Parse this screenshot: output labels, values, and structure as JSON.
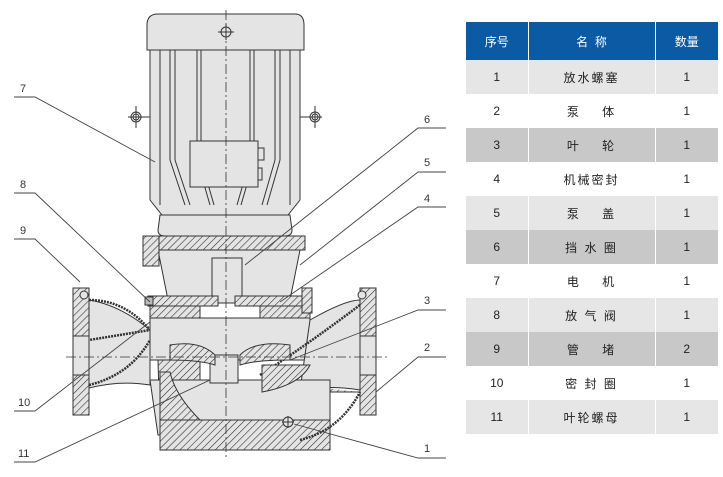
{
  "diagram": {
    "title": "Vertical inline pump cross-section",
    "callouts": [
      {
        "id": "7",
        "side": "left"
      },
      {
        "id": "8",
        "side": "left"
      },
      {
        "id": "9",
        "side": "left"
      },
      {
        "id": "10",
        "side": "left"
      },
      {
        "id": "11",
        "side": "left"
      },
      {
        "id": "6",
        "side": "right"
      },
      {
        "id": "5",
        "side": "right"
      },
      {
        "id": "4",
        "side": "right"
      },
      {
        "id": "3",
        "side": "right"
      },
      {
        "id": "2",
        "side": "right"
      },
      {
        "id": "1",
        "side": "right"
      }
    ]
  },
  "table": {
    "headers": [
      "序号",
      "名  称",
      "数量"
    ],
    "header_color": "#0a5aa4",
    "rows": [
      {
        "no": "1",
        "name": "放水螺塞",
        "qty": "1",
        "shade": "light"
      },
      {
        "no": "2",
        "name": "泵    体",
        "qty": "1",
        "shade": "white"
      },
      {
        "no": "3",
        "name": "叶    轮",
        "qty": "1",
        "shade": "dark"
      },
      {
        "no": "4",
        "name": "机械密封",
        "qty": "1",
        "shade": "white"
      },
      {
        "no": "5",
        "name": "泵    盖",
        "qty": "1",
        "shade": "light"
      },
      {
        "no": "6",
        "name": "挡 水 圈",
        "qty": "1",
        "shade": "dark"
      },
      {
        "no": "7",
        "name": "电    机",
        "qty": "1",
        "shade": "white"
      },
      {
        "no": "8",
        "name": "放 气 阀",
        "qty": "1",
        "shade": "light"
      },
      {
        "no": "9",
        "name": "管    堵",
        "qty": "2",
        "shade": "dark"
      },
      {
        "no": "10",
        "name": "密 封 圈",
        "qty": "1",
        "shade": "white"
      },
      {
        "no": "11",
        "name": "叶轮螺母",
        "qty": "1",
        "shade": "light"
      }
    ]
  }
}
